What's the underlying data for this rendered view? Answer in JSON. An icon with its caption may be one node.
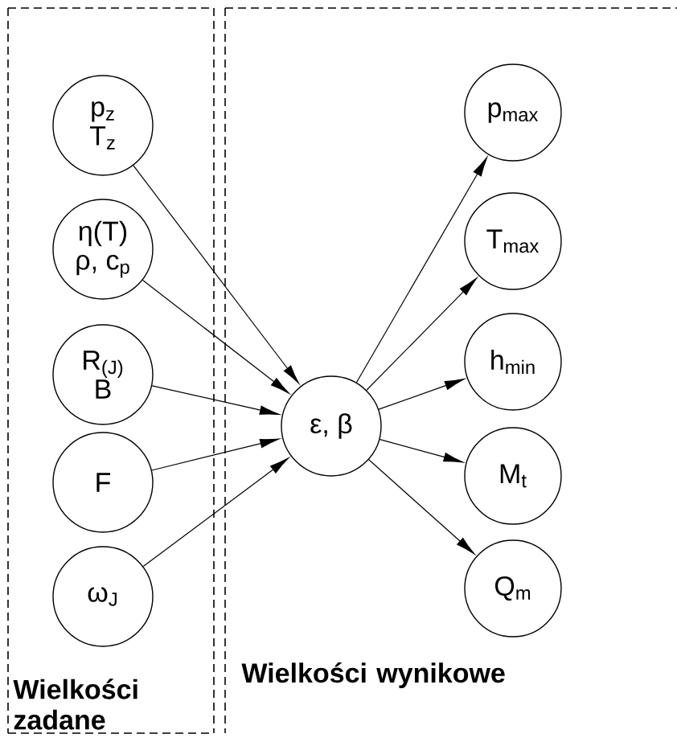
{
  "diagram": {
    "nodes": [
      {
        "text": [
          "Wielkości zadane"
        ]
      },
      {
        "text": [
          "Wielkości wynikowe"
        ]
      },
      {
        "text": [
          "p$_{z}$",
          "T$_{z}$"
        ],
        "in": 0
      },
      {
        "text": [
          "η(T)",
          "ρ, c$_{p}$"
        ],
        "in": 0
      },
      {
        "text": [
          "R$_{(J)}$",
          "B"
        ],
        "in": 0
      },
      {
        "text": [
          "F"
        ],
        "in": 0
      },
      {
        "text": [
          "ω$_{J}$"
        ],
        "in": 0
      },
      {
        "text": [
          "ε,  β"
        ],
        "in": 1
      },
      {
        "text": [
          "p$_{max}$"
        ],
        "in": 1
      },
      {
        "text": [
          "T$_{max}$"
        ],
        "in": 1
      },
      {
        "text": [
          "h$_{min}$"
        ],
        "in": 1
      },
      {
        "text": [
          "M$_{t}$"
        ],
        "in": 1
      },
      {
        "text": [
          "Q$_{m}$"
        ],
        "in": 1
      }
    ],
    "edges": [
      {
        "from": 2,
        "to": 7,
        "arrow": "to"
      },
      {
        "from": 3,
        "to": 7,
        "arrow": "to"
      },
      {
        "from": 4,
        "to": 7,
        "arrow": "to"
      },
      {
        "from": 5,
        "to": 7,
        "arrow": "to"
      },
      {
        "from": 6,
        "to": 7,
        "arrow": "to"
      },
      {
        "from": 7,
        "to": 8,
        "arrow": "to"
      },
      {
        "from": 7,
        "to": 9,
        "arrow": "to"
      },
      {
        "from": 7,
        "to": 10,
        "arrow": "to"
      },
      {
        "from": 7,
        "to": 11,
        "arrow": "to"
      },
      {
        "from": 7,
        "to": 12,
        "arrow": "to"
      }
    ]
  }
}
